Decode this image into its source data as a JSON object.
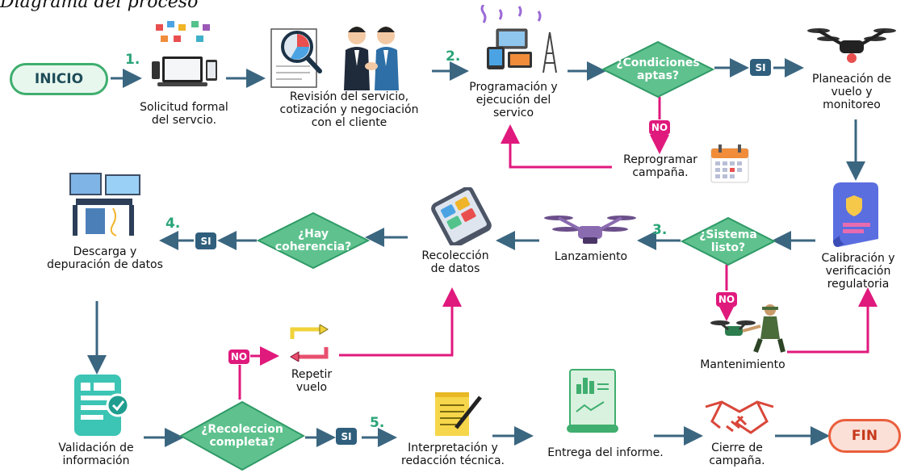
{
  "title": "Diagrama del proceso",
  "start_label": "INICIO",
  "end_label": "FIN",
  "steps": {
    "s1": "1.",
    "s2": "2.",
    "s3": "3.",
    "s4": "4.",
    "s5": "5."
  },
  "nodes": {
    "solicitud": "Solicitud formal\ndel servcio.",
    "revision": "Revisión del servicio,\ncotización y negociación\ncon el cliente",
    "programacion": "Programación y\nejecución del\nservico",
    "planeacion": "Planeación de\nvuelo y\nmonitoreo",
    "reprogramar": "Reprogramar\ncampaña.",
    "calibracion": "Calibración y\nverificación\nregulatoria",
    "lanzamiento": "Lanzamiento",
    "recoleccion": "Recolección\nde datos",
    "descarga": "Descarga y\ndepuración de datos",
    "mantenimiento": "Mantenimiento",
    "repetir": "Repetir\nvuelo",
    "validacion": "Validación de\ninformación",
    "interpretacion": "Interpretación y\nredacción técnica.",
    "entrega": "Entrega del informe.",
    "cierre": "Cierre de\ncampaña."
  },
  "decisions": {
    "condiciones": "¿Condiciones\naptas?",
    "sistema": "¿Sistema\nlisto?",
    "coherencia": "¿Hay\ncoherencia?",
    "recoleccion": "¿Recoleccion\ncompleta?"
  },
  "tags": {
    "yes": "SI",
    "no": "NO"
  },
  "colors": {
    "flow": "#3b6680",
    "reject": "#e0197d",
    "diamond": "#5fc28e",
    "diamond_border": "#2f9a67",
    "step": "#2aa478"
  }
}
